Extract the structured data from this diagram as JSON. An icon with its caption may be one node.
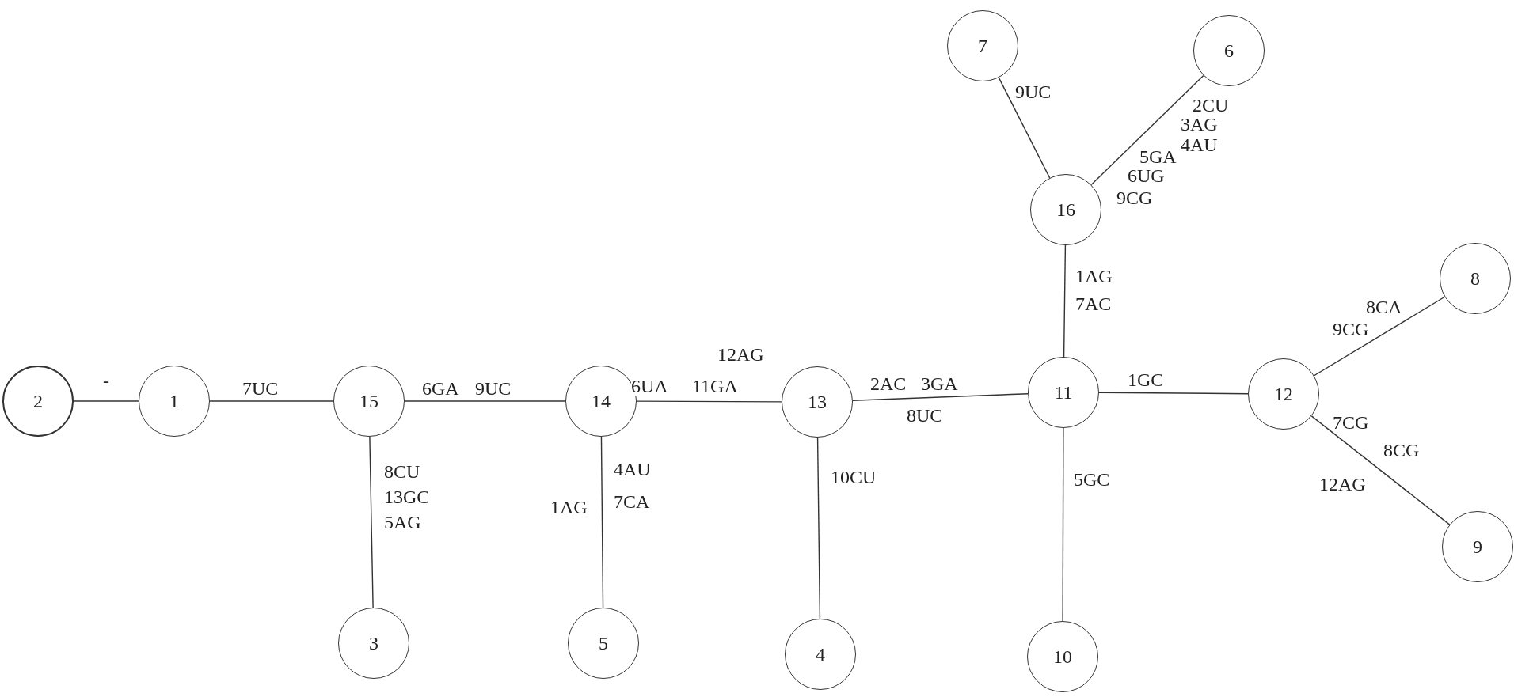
{
  "diagram": {
    "nodes": [
      {
        "text": [
          "7"
        ]
      },
      {
        "text": [
          "6"
        ]
      },
      {
        "text": [
          "16"
        ]
      },
      {
        "text": [
          "8"
        ]
      },
      {
        "text": [
          "2"
        ]
      },
      {
        "text": [
          "1"
        ]
      },
      {
        "text": [
          "15"
        ]
      },
      {
        "text": [
          "14"
        ]
      },
      {
        "text": [
          "13"
        ]
      },
      {
        "text": [
          "11"
        ]
      },
      {
        "text": [
          "12"
        ]
      },
      {
        "text": [
          "9"
        ]
      },
      {
        "text": [
          "3"
        ]
      },
      {
        "text": [
          "5"
        ]
      },
      {
        "text": [
          "4"
        ]
      },
      {
        "text": [
          "10"
        ]
      }
    ],
    "edges": [
      {
        "from": 4,
        "to": 5,
        "arrow": "none",
        "label": "-"
      },
      {
        "from": 5,
        "to": 6,
        "arrow": "none",
        "label": "7UC"
      },
      {
        "from": 6,
        "to": 7,
        "arrow": "none",
        "label": "6GA 9UC"
      },
      {
        "from": 6,
        "to": 12,
        "arrow": "none",
        "label": "8CU 13GC 5AG"
      },
      {
        "from": 7,
        "to": 8,
        "arrow": "none",
        "label": "6UA 11GA"
      },
      {
        "from": 7,
        "to": 13,
        "arrow": "none",
        "label": "4AU 7CA"
      },
      {
        "from": 8,
        "to": 9,
        "arrow": "none",
        "label": "2AC 3GA"
      },
      {
        "from": 8,
        "to": 14,
        "arrow": "none",
        "label": "10CU"
      },
      {
        "from": 9,
        "to": 2,
        "arrow": "none",
        "label": "1AG 7AC"
      },
      {
        "from": 2,
        "to": 0,
        "arrow": "none",
        "label": "9UC"
      },
      {
        "from": 2,
        "to": 1,
        "arrow": "none",
        "label": "2CU 3AG 4AU 5GA 6UG 9CG"
      },
      {
        "from": 9,
        "to": 10,
        "arrow": "none",
        "label": "1GC"
      },
      {
        "from": 9,
        "to": 15,
        "arrow": "none",
        "label": "5GC"
      },
      {
        "from": 10,
        "to": 3,
        "arrow": "none",
        "label": "8CA"
      },
      {
        "from": 10,
        "to": 11,
        "arrow": "none",
        "label": "7CG 8CG"
      }
    ],
    "labels": [
      "9CG",
      "12AG",
      "8UC",
      "12AG",
      "1AG"
    ]
  }
}
